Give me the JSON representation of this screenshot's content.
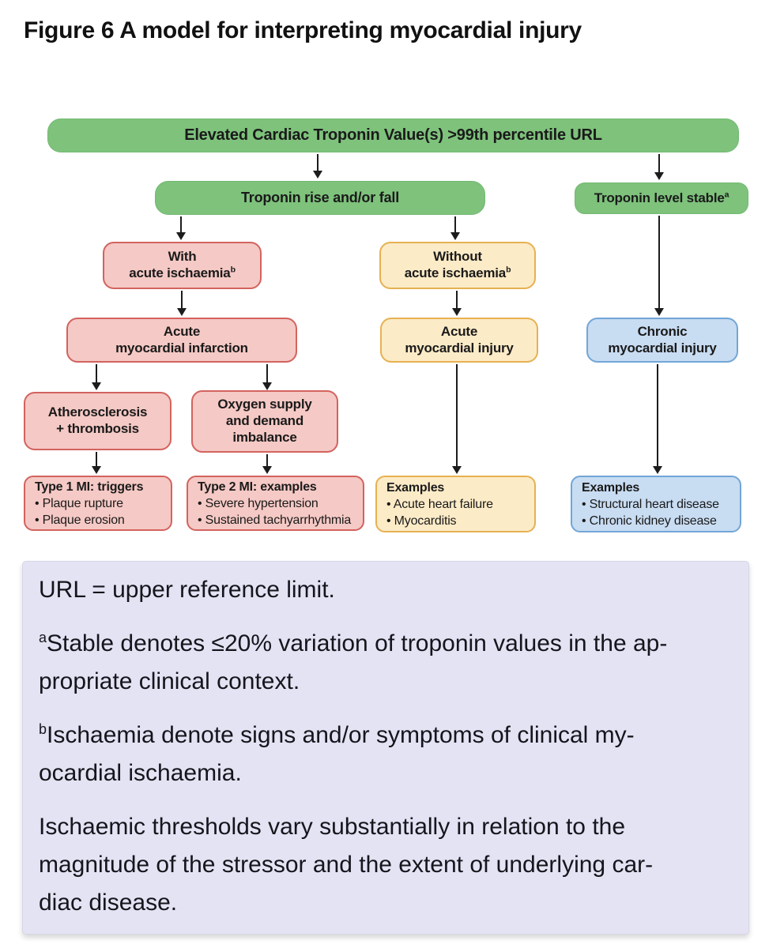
{
  "figure": {
    "title": "Figure 6 A model for interpreting myocardial injury"
  },
  "palette": {
    "green": "#7ec27c",
    "pink_fill": "#f5c9c5",
    "pink_border": "#d2635e",
    "yellow_fill": "#fcebc7",
    "yellow_border": "#e6b152",
    "blue_fill": "#c8dcf2",
    "blue_border": "#72a6d7",
    "footnote_bg": "#e3e3f4",
    "arrow": "#1c1c1c"
  },
  "flowchart": {
    "nodes": {
      "elevated": {
        "lines": [
          "Elevated Cardiac Troponin Value(s) >99th percentile URL"
        ]
      },
      "rise_fall": {
        "lines": [
          "Troponin rise and/or fall"
        ]
      },
      "stable": {
        "lines": [
          "Troponin level stable"
        ],
        "sup": "a"
      },
      "with_ischaemia": {
        "lines": [
          "With",
          "acute ischaemia"
        ],
        "sup": "b"
      },
      "without_ischaemia": {
        "lines": [
          "Without",
          "acute ischaemia"
        ],
        "sup": "b"
      },
      "acute_mi": {
        "lines": [
          "Acute",
          "myocardial infarction"
        ]
      },
      "acute_injury": {
        "lines": [
          "Acute",
          "myocardial injury"
        ]
      },
      "chronic_injury": {
        "lines": [
          "Chronic",
          "myocardial injury"
        ]
      },
      "atherosclerosis": {
        "lines": [
          "Atherosclerosis",
          "+ thrombosis"
        ]
      },
      "oxygen": {
        "lines": [
          "Oxygen supply",
          "and demand",
          "imbalance"
        ]
      },
      "type1": {
        "title": "Type 1 MI: triggers",
        "items": [
          "• Plaque rupture",
          "• Plaque erosion"
        ]
      },
      "type2": {
        "title": "Type 2 MI: examples",
        "items": [
          "• Severe hypertension",
          "• Sustained tachyarrhythmia"
        ]
      },
      "examples_acute": {
        "title": "Examples",
        "items": [
          "• Acute heart failure",
          "• Myocarditis"
        ]
      },
      "examples_chronic": {
        "title": "Examples",
        "items": [
          "• Structural heart disease",
          "• Chronic kidney disease"
        ]
      }
    }
  },
  "footnotes": {
    "p1": {
      "lines": [
        "URL = upper reference limit."
      ]
    },
    "p2": {
      "sup": "a",
      "lines": [
        "Stable denotes ≤20% variation of troponin values in the ap-",
        "propriate clinical context."
      ]
    },
    "p3": {
      "sup": "b",
      "lines": [
        "Ischaemia denote signs and/or symptoms of clinical my-",
        "ocardial ischaemia."
      ]
    },
    "p4": {
      "lines": [
        "Ischaemic thresholds vary substantially in relation to the",
        "magnitude of the stressor and the extent of underlying car-",
        "diac disease."
      ]
    }
  }
}
